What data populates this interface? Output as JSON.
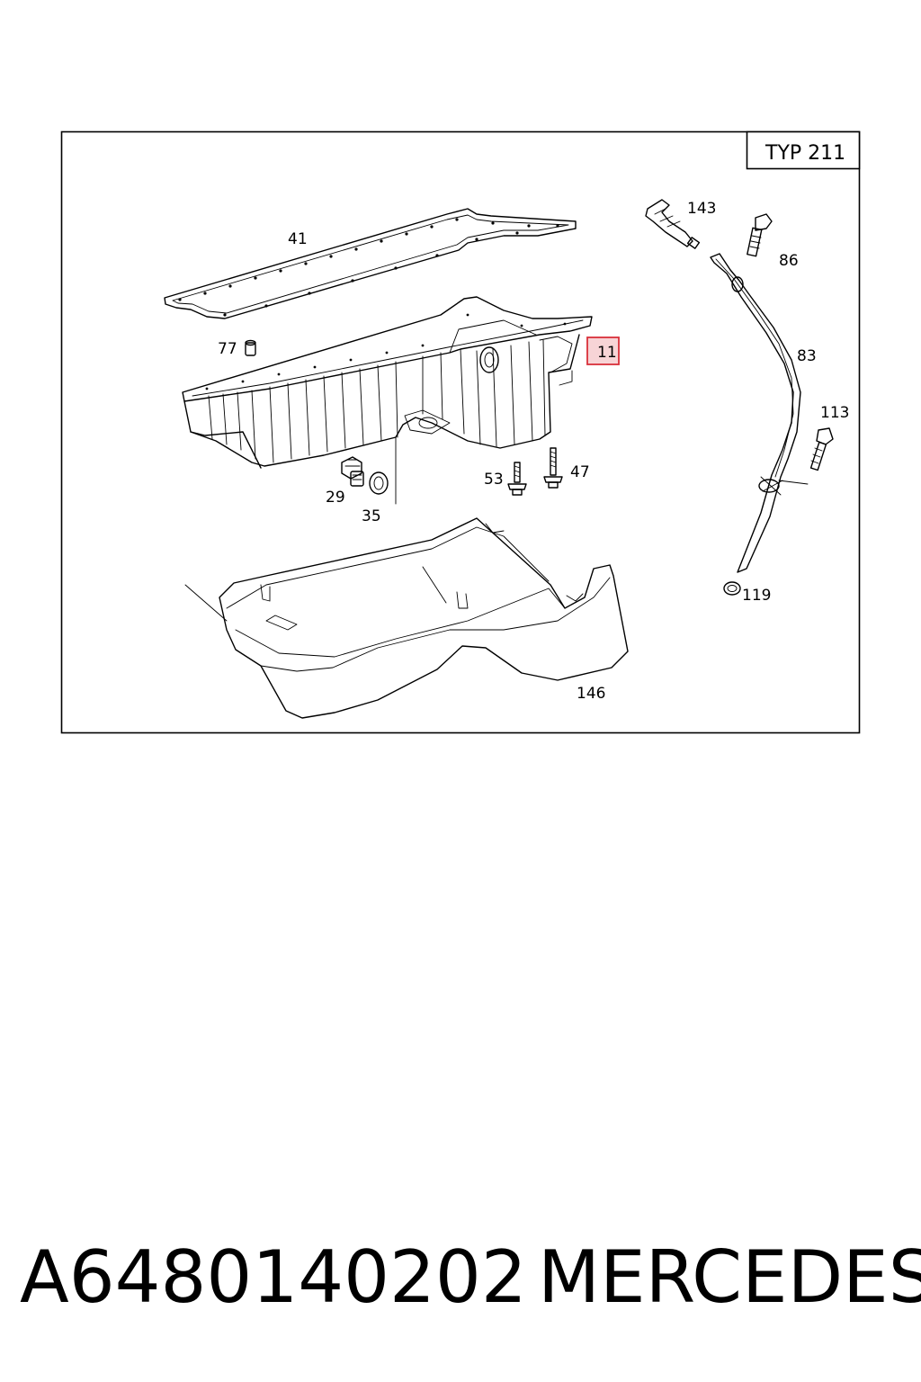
{
  "diagram": {
    "type_label": "TYP 211",
    "callouts": {
      "c41": "41",
      "c143": "143",
      "c86": "86",
      "c77": "77",
      "c11": "11",
      "c83": "83",
      "c113": "113",
      "c53": "53",
      "c47": "47",
      "c29": "29",
      "c35": "35",
      "c119": "119",
      "c146": "146"
    },
    "highlight_color": "#d9303a",
    "highlight_fill": "#f7d4d6"
  },
  "footer": {
    "part_number": "A6480140202",
    "brand": "MERCEDES"
  }
}
